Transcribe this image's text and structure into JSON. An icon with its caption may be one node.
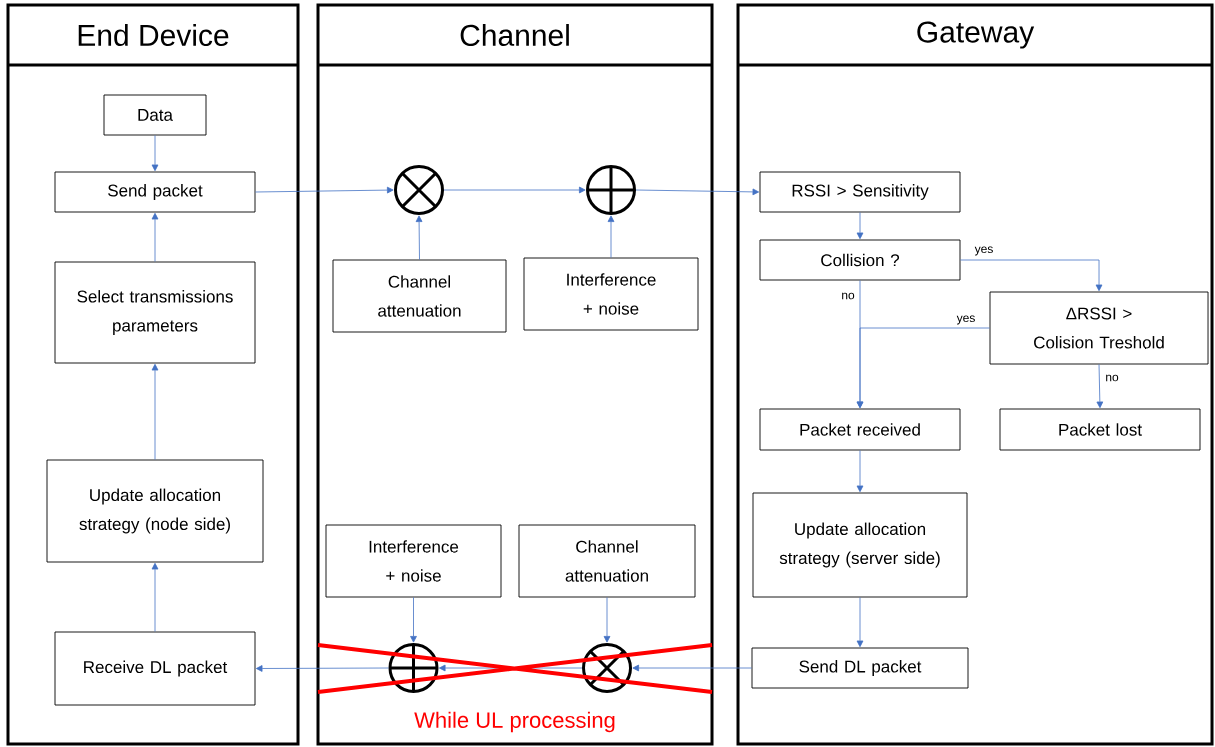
{
  "diagram": {
    "nodes": [
      {
        "text": [
          "End Device"
        ]
      },
      {
        "text": [
          "Channel"
        ]
      },
      {
        "text": [
          "Gateway"
        ]
      },
      {
        "text": [
          "Data"
        ],
        "in": 0
      },
      {
        "text": [
          "Send packet"
        ],
        "in": 0
      },
      {
        "text": [
          "Select transmissions parameters"
        ],
        "in": 0
      },
      {
        "text": [
          "Update allocation strategy (node side)"
        ],
        "in": 0
      },
      {
        "text": [
          "Receive DL packet"
        ],
        "in": 0
      },
      {
        "text": [],
        "shape": "circle",
        "in": 1
      },
      {
        "text": [],
        "shape": "circle",
        "in": 1
      },
      {
        "text": [
          "Channel attenuation"
        ],
        "in": 1
      },
      {
        "text": [
          "Interference + noise"
        ],
        "in": 1
      },
      {
        "text": [
          "Interference + noise"
        ],
        "in": 1
      },
      {
        "text": [
          "Channel attenuation"
        ],
        "in": 1
      },
      {
        "text": [],
        "shape": "circle",
        "in": 1
      },
      {
        "text": [],
        "shape": "circle",
        "in": 1
      },
      {
        "text": [
          "RSSI > Sensitivity"
        ],
        "in": 2
      },
      {
        "text": [
          "Collision ?"
        ],
        "in": 2
      },
      {
        "text": [
          "ΔRSSI > Colision Treshold"
        ],
        "in": 2
      },
      {
        "text": [
          "Packet received"
        ],
        "in": 2
      },
      {
        "text": [
          "Packet lost"
        ],
        "in": 2
      },
      {
        "text": [
          "Update allocation strategy (server side)"
        ],
        "in": 2
      },
      {
        "text": [
          "Send DL packet"
        ],
        "in": 2
      }
    ],
    "edges": [
      {
        "from": 3,
        "to": 4,
        "arrow": "to"
      },
      {
        "from": 5,
        "to": 4,
        "arrow": "to"
      },
      {
        "from": 6,
        "to": 5,
        "arrow": "to"
      },
      {
        "from": 7,
        "to": 6,
        "arrow": "to"
      },
      {
        "from": 4,
        "to": 8,
        "arrow": "to"
      },
      {
        "from": 10,
        "to": 8,
        "arrow": "to"
      },
      {
        "from": 8,
        "to": 9,
        "arrow": "to"
      },
      {
        "from": 11,
        "to": 9,
        "arrow": "to"
      },
      {
        "from": 9,
        "to": 16,
        "arrow": "to"
      },
      {
        "from": 16,
        "to": 17,
        "arrow": "to"
      },
      {
        "from": 17,
        "to": 18,
        "arrow": "to",
        "label": "yes"
      },
      {
        "from": 17,
        "to": 19,
        "arrow": "to",
        "label": "no"
      },
      {
        "from": 18,
        "to": 19,
        "arrow": "to",
        "label": "yes"
      },
      {
        "from": 18,
        "to": 20,
        "arrow": "to",
        "label": "no"
      },
      {
        "from": 19,
        "to": 21,
        "arrow": "to"
      },
      {
        "from": 21,
        "to": 22,
        "arrow": "to"
      },
      {
        "from": 22,
        "to": 15,
        "arrow": "to"
      },
      {
        "from": 13,
        "to": 15,
        "arrow": "to"
      },
      {
        "from": 15,
        "to": 14,
        "arrow": "to"
      },
      {
        "from": 12,
        "to": 14,
        "arrow": "to"
      },
      {
        "from": 14,
        "to": 7,
        "arrow": "to"
      }
    ],
    "labels": [
      "While UL processing"
    ]
  }
}
